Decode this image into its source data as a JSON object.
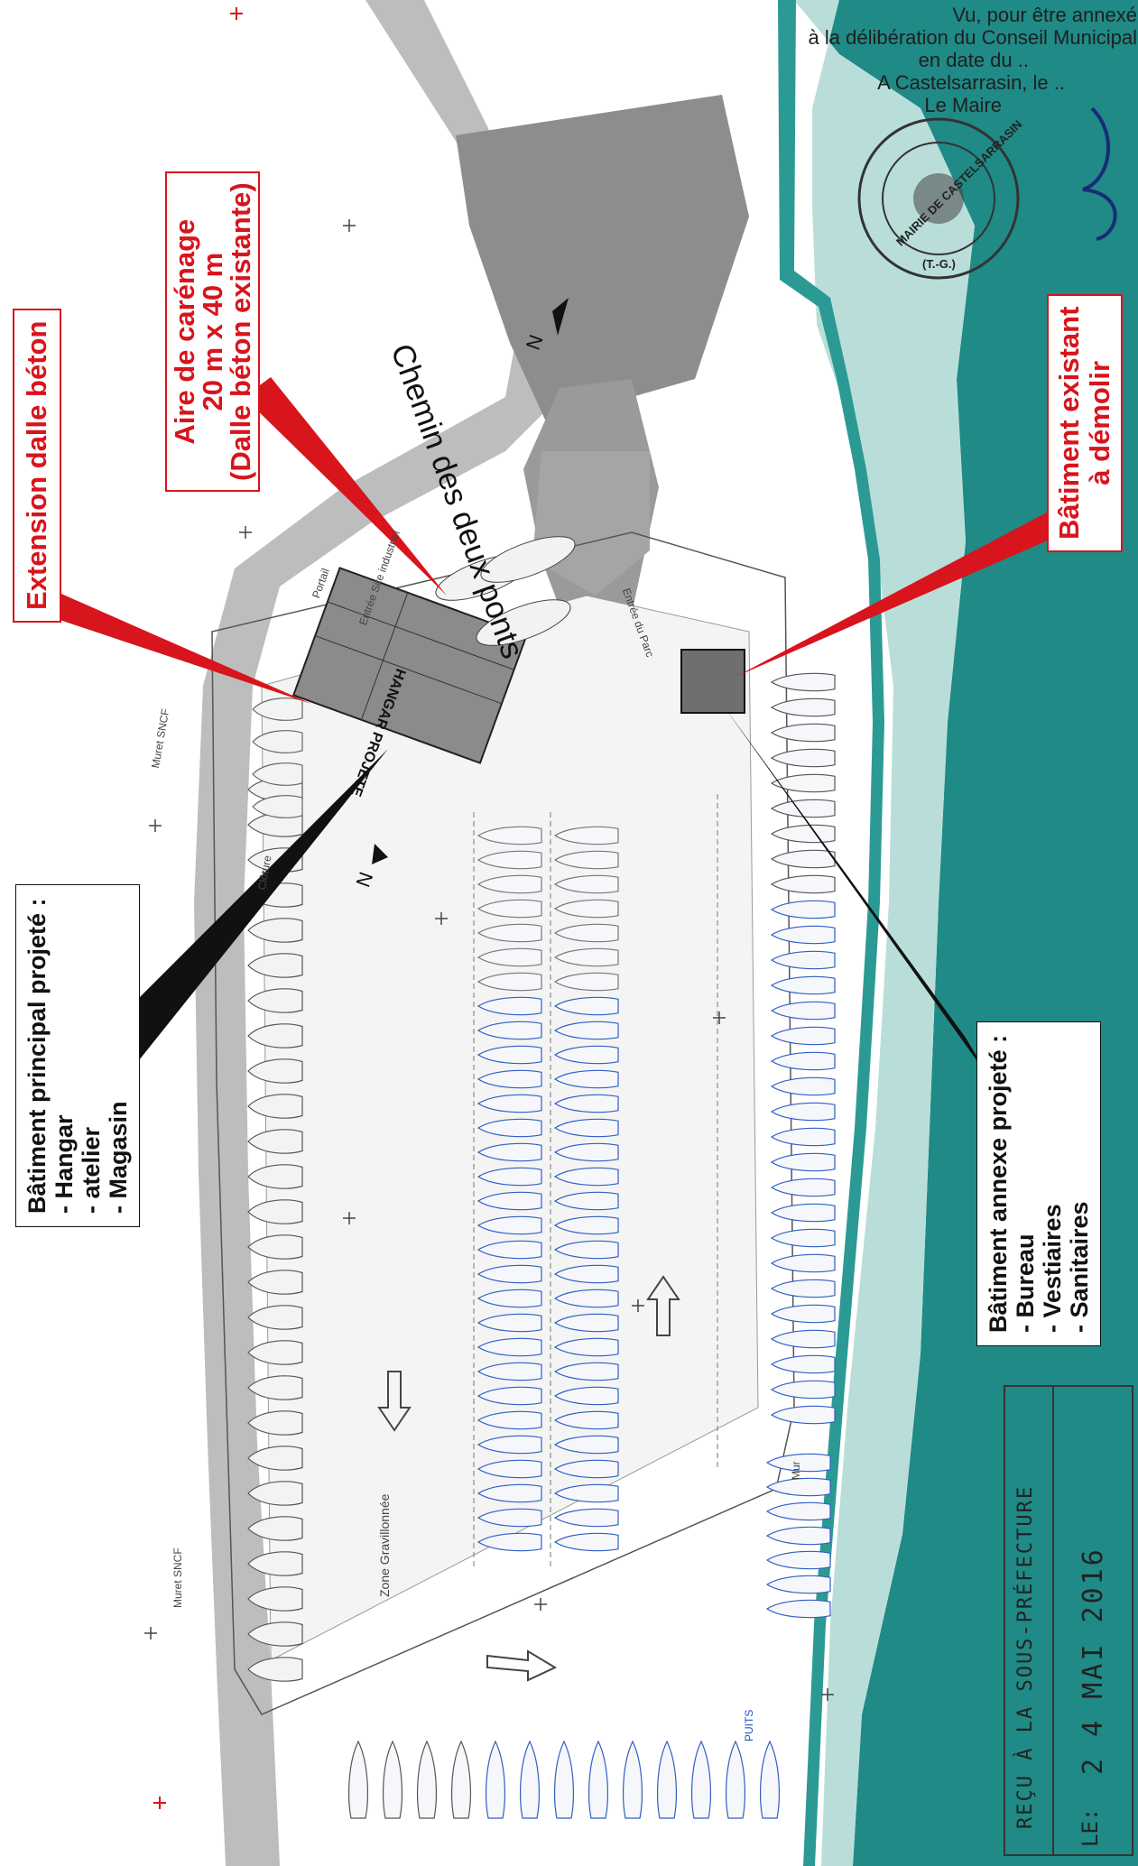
{
  "map": {
    "road_label": "Chemin des deux ponts",
    "labels": {
      "entree_site": "Entrée Site industriel",
      "entree_parc": "Entrée du Parc",
      "portail": "Portail",
      "muret_sncf_top": "Muret SNCF",
      "muret_sncf_bottom": "Muret SNCF",
      "zone_gravillonnee": "Zone Gravillonnée",
      "cloture": "Clôture",
      "mur": "Mur",
      "puits": "PUITS",
      "hangar_block": "HANGAR PROJETE"
    },
    "north_label": "N"
  },
  "callouts": {
    "extension": {
      "lines": [
        "Extension dalle béton"
      ]
    },
    "aire": {
      "lines": [
        "Aire de carénage",
        "20 m x 40 m",
        "(Dalle béton existante)"
      ]
    },
    "existant": {
      "lines": [
        "Bâtiment existant",
        "à démolir"
      ]
    },
    "principal": {
      "lines": [
        "Bâtiment principal projeté :",
        "- Hangar",
        "- atelier",
        "- Magasin"
      ]
    },
    "annexe": {
      "lines": [
        "Bâtiment annexe projeté :",
        "- Bureau",
        "- Vestiaires",
        "- Sanitaires"
      ]
    }
  },
  "annex_note": {
    "lines": [
      "Vu, pour être annexé",
      "à la délibération du Conseil Municipal",
      "en date du ..",
      "A Castelsarrasin, le ..",
      "Le Maire"
    ]
  },
  "seal": {
    "text": "MAIRIE DE CASTELSARRASIN",
    "sub": "(T.-G.)"
  },
  "stamp": {
    "line1": "REÇU À LA SOUS-PRÉFECTURE",
    "label": "LE:",
    "date": "2 4 MAI 2016"
  },
  "colors": {
    "river": "#1f8a86",
    "river_dark": "#176f6c",
    "road": "#b9b9b9",
    "building": "#8c8c8c",
    "callout_red": "#d8141c",
    "boat_blue": "#2f5fc4"
  }
}
